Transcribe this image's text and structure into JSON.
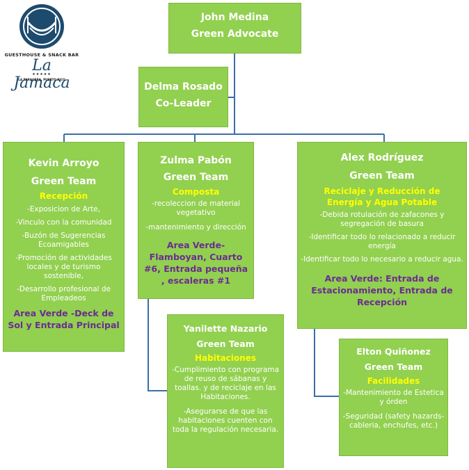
{
  "logo": {
    "tagline": "GUESTHOUSE & SNACK BAR",
    "name": "La Jamaca",
    "stars": "★★★★★",
    "location": "LA PARGUERA, PUERTO RICO"
  },
  "colors": {
    "box": "#92d050",
    "line": "#3a6ea8",
    "dept": "#ffff00",
    "area": "#6b2c91",
    "logo": "#1d4b6e"
  },
  "john": {
    "name": "John Medina",
    "role": "Green Advocate"
  },
  "delma": {
    "name": "Delma Rosado",
    "role": "Co-Leader"
  },
  "kevin": {
    "name": "Kevin Arroyo",
    "role": "Green Team",
    "dept": "Recepción",
    "items": [
      "-Exposicion de Arte,",
      "-Vinculo con la comunidad",
      "-Buzón de Sugerencias Ecoamigables",
      "-Promoción de actividades locales y de turismo sostenible,",
      "-Desarrollo profesional de Empleadeos"
    ],
    "area": "Area Verde -Deck de Sol y Entrada  Principal"
  },
  "zulma": {
    "name": "Zulma Pabón",
    "role": "Green Team",
    "dept": "Composta",
    "items": [
      "-recoleccion de material vegetativo",
      "-mantenimiento  y dirección"
    ],
    "area": "Area Verde- Flamboyan, Cuarto #6, Entrada pequeña , escaleras #1"
  },
  "alex": {
    "name": "Alex Rodríguez",
    "role": "Green Team",
    "dept": "Reciclaje y Reducción de Energía y Agua Potable",
    "items": [
      "-Debida rotulación de zafacones y segregación de basura",
      "-Identificar todo lo relacionado a reducir energía",
      "-Identificar todo lo necesario a reducir agua."
    ],
    "area": "Area Verde: Entrada de Estacionamiento, Entrada de Recepción"
  },
  "yanilette": {
    "name": "Yanilette Nazario",
    "role": "Green Team",
    "dept": "Habitaciones",
    "items": [
      "-Cumplimiento con  programa de reuso de sábanas y toallas. y de reciclaje en las Habitaciones.",
      "-Asegurarse de que las habitaciones cuenten con toda la regulación necesaria."
    ]
  },
  "elton": {
    "name": "Elton Quiñonez",
    "role": "Green Team",
    "dept": "Facilidades",
    "items": [
      "-Mantenimiento de Estetica y órden",
      "-Seguridad (safety hazards-cableria, enchufes, etc.)"
    ]
  }
}
